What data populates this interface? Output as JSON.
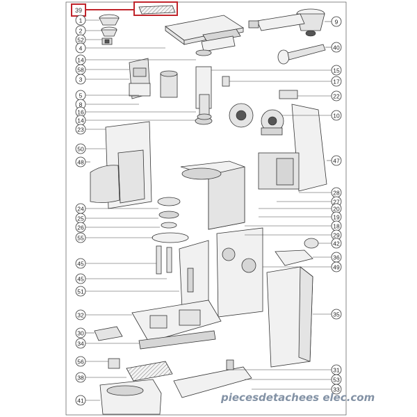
{
  "diagram": {
    "highlight_label": "39",
    "watermark": "piecesdetachees elec.com",
    "callouts": {
      "left": [
        "1",
        "2",
        "52",
        "4",
        "14",
        "58",
        "3",
        "5",
        "8",
        "16",
        "14",
        "23",
        "50",
        "48",
        "24",
        "25",
        "26",
        "55",
        "45",
        "45",
        "51",
        "32",
        "30",
        "34",
        "56",
        "38",
        "41"
      ],
      "right": [
        "9",
        "40",
        "15",
        "17",
        "22",
        "10",
        "47",
        "28",
        "27",
        "20",
        "19",
        "18",
        "29",
        "42",
        "36",
        "49",
        "35",
        "31",
        "53",
        "33"
      ]
    },
    "colors": {
      "highlight": "#c0242b",
      "watermark": "#6d7f95"
    }
  }
}
